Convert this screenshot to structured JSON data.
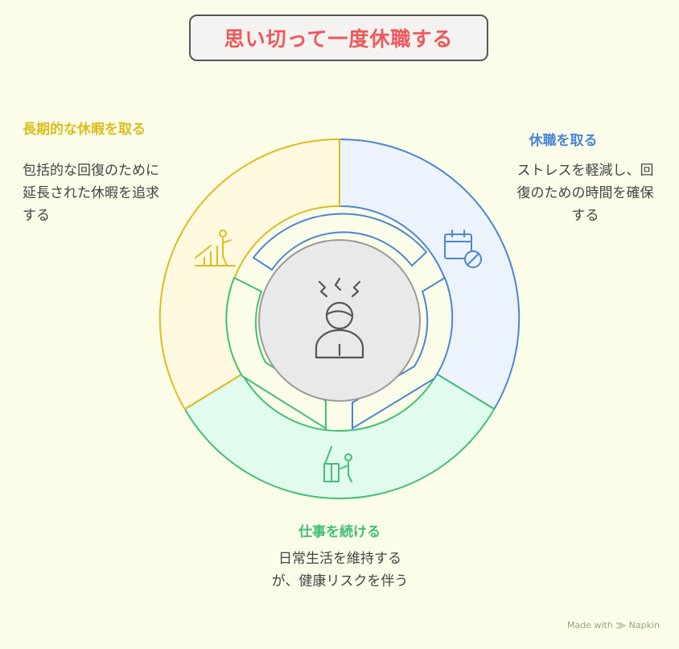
{
  "title": "思い切って一度休職する",
  "segments": [
    {
      "heading": "休職を取る",
      "description": "ストレスを軽減し、回復のための時間を確保する",
      "icon": "calendar-cancel-icon",
      "color": "#4a86d4",
      "fill": "#edf3fc"
    },
    {
      "heading": "仕事を続ける",
      "description": "日常生活を維持するが、健康リスクを伴う",
      "icon": "worker-at-desk-icon",
      "color": "#40c073",
      "fill": "#e1fbee"
    },
    {
      "heading": "長期的な休暇を取る",
      "description": "包括的な回復のために延長された休暇を追求する",
      "icon": "growth-chart-person-icon",
      "color": "#dcbd1f",
      "fill": "#fff9df"
    }
  ],
  "center": {
    "icon": "stressed-person-icon"
  },
  "footer": "Made with ⨠ Napkin"
}
